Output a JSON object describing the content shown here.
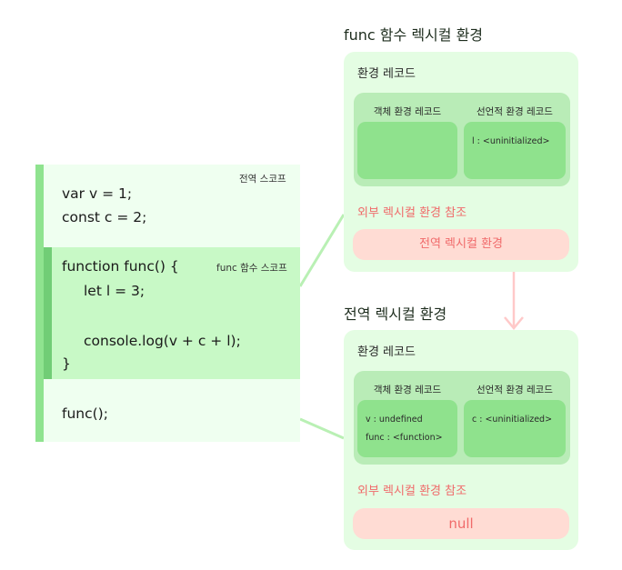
{
  "code": {
    "global_scope_label": "전역 스코프",
    "func_scope_label": "func 함수 스코프",
    "lines": {
      "l1": "var v = 1;",
      "l2": "const c = 2;",
      "l3": "function func() {",
      "l4": "let l = 3;",
      "l5": "console.log(v + c + l);",
      "l6": "}",
      "l7": "func();"
    }
  },
  "func_env": {
    "title": "func 함수 렉시컬 환경",
    "record_title": "환경 레코드",
    "object_record_title": "객체 환경 레코드",
    "declarative_record_title": "선언적 환경 레코드",
    "object_items": [],
    "declarative_items": [
      "l : <uninitialized>"
    ],
    "outer_label": "외부 렉시컬 환경 참조",
    "outer_value": "전역 렉시컬 환경"
  },
  "global_env": {
    "title": "전역 렉시컬 환경",
    "record_title": "환경 레코드",
    "object_record_title": "객체 환경 레코드",
    "declarative_record_title": "선언적 환경 레코드",
    "object_items": [
      "v : undefined",
      "func : <function>"
    ],
    "declarative_items": [
      "c : <uninitialized>"
    ],
    "outer_label": "외부 렉시컬 환경 참조",
    "outer_value": "null"
  },
  "colors": {
    "code_bg": "#effff0",
    "func_bg": "#c8f9c6",
    "panel_bg": "#e4fde3",
    "record_inner": "#b9ecb7",
    "record_box": "#8fe28d",
    "outer_text": "#f06a6a",
    "outer_pill": "#ffdcd4",
    "connector": "#b9f0b4",
    "arrow": "#ffc9c9"
  }
}
